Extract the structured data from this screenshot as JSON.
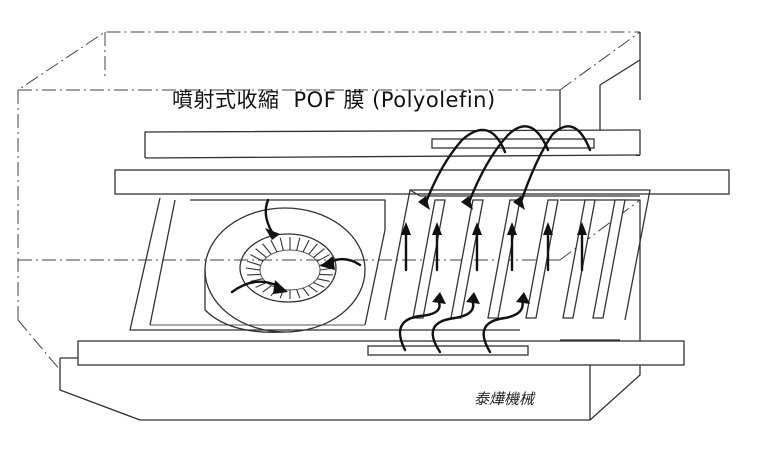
{
  "diagram": {
    "title_line": [
      "噴射式收縮",
      "POF 膜 (Polyolefin)"
    ],
    "maker_label": "泰燁機械"
  }
}
